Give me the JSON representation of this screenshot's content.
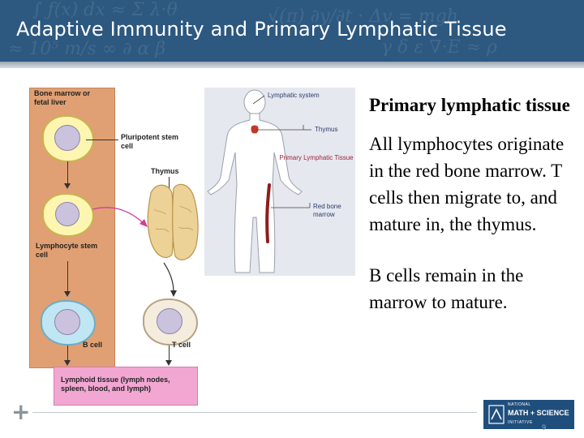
{
  "slide": {
    "title": "Adaptive Immunity and Primary Lymphatic Tissue",
    "subtitle": "Primary lymphatic tissue",
    "paragraphs": [
      "All lymphocytes originate in the red bone marrow. T cells then migrate to, and mature in, the thymus.",
      "B cells remain in the marrow to mature."
    ],
    "page_number": "9"
  },
  "diagram_left": {
    "bone_marrow_label": "Bone marrow or fetal liver",
    "pluripotent_label": "Pluripotent stem cell",
    "thymus_label": "Thymus",
    "lymphocyte_label": "Lymphocyte stem cell",
    "b_cell_label": "B cell",
    "t_cell_label": "T cell",
    "lymphoid_tissue_label": "Lymphoid tissue (lymph nodes, spleen, blood, and lymph)"
  },
  "diagram_right": {
    "lymphatic_system_label": "Lymphatic system",
    "thymus_label": "Thymus",
    "primary_tissue_label": "Primary Lymphatic Tissue",
    "red_bone_marrow_label": "Red bone marrow"
  },
  "logo": {
    "line1": "NATIONAL",
    "line2": "MATH + SCIENCE",
    "line3": "INITIATIVE"
  },
  "colors": {
    "title_bar": "#2d5880",
    "tan_panel": "#e0a073",
    "lymphoid_box": "#f2a7d3",
    "arrow_magenta": "#d0409a"
  }
}
